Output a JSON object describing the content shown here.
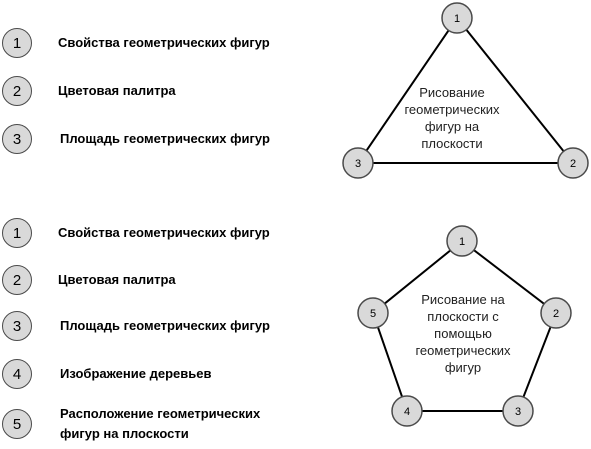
{
  "top": {
    "legend": [
      {
        "num": "1",
        "label": "Свойства геометрических фигур"
      },
      {
        "num": "2",
        "label": "Цветовая палитра"
      },
      {
        "num": "3",
        "label": "Площадь геометрических фигур"
      }
    ],
    "shape": {
      "nodes": [
        "1",
        "2",
        "3"
      ],
      "center_lines": [
        "Рисование",
        "геометрических",
        "фигур на",
        "плоскости"
      ]
    }
  },
  "bottom": {
    "legend": [
      {
        "num": "1",
        "label": "Свойства геометрических фигур"
      },
      {
        "num": "2",
        "label": "Цветовая палитра"
      },
      {
        "num": "3",
        "label": "Площадь геометрических фигур"
      },
      {
        "num": "4",
        "label": "Изображение деревьев"
      },
      {
        "num": "5",
        "label": "Расположение геометрических фигур на плоскости"
      }
    ],
    "shape": {
      "nodes": [
        "1",
        "2",
        "3",
        "4",
        "5"
      ],
      "center_lines": [
        "Рисование на",
        "плоскости с",
        "помощью",
        "геометрических",
        "фигур"
      ]
    }
  },
  "colors": {
    "node_fill": "#d9d9d9",
    "node_stroke": "#4a4a4a",
    "edge_stroke": "#000000"
  }
}
